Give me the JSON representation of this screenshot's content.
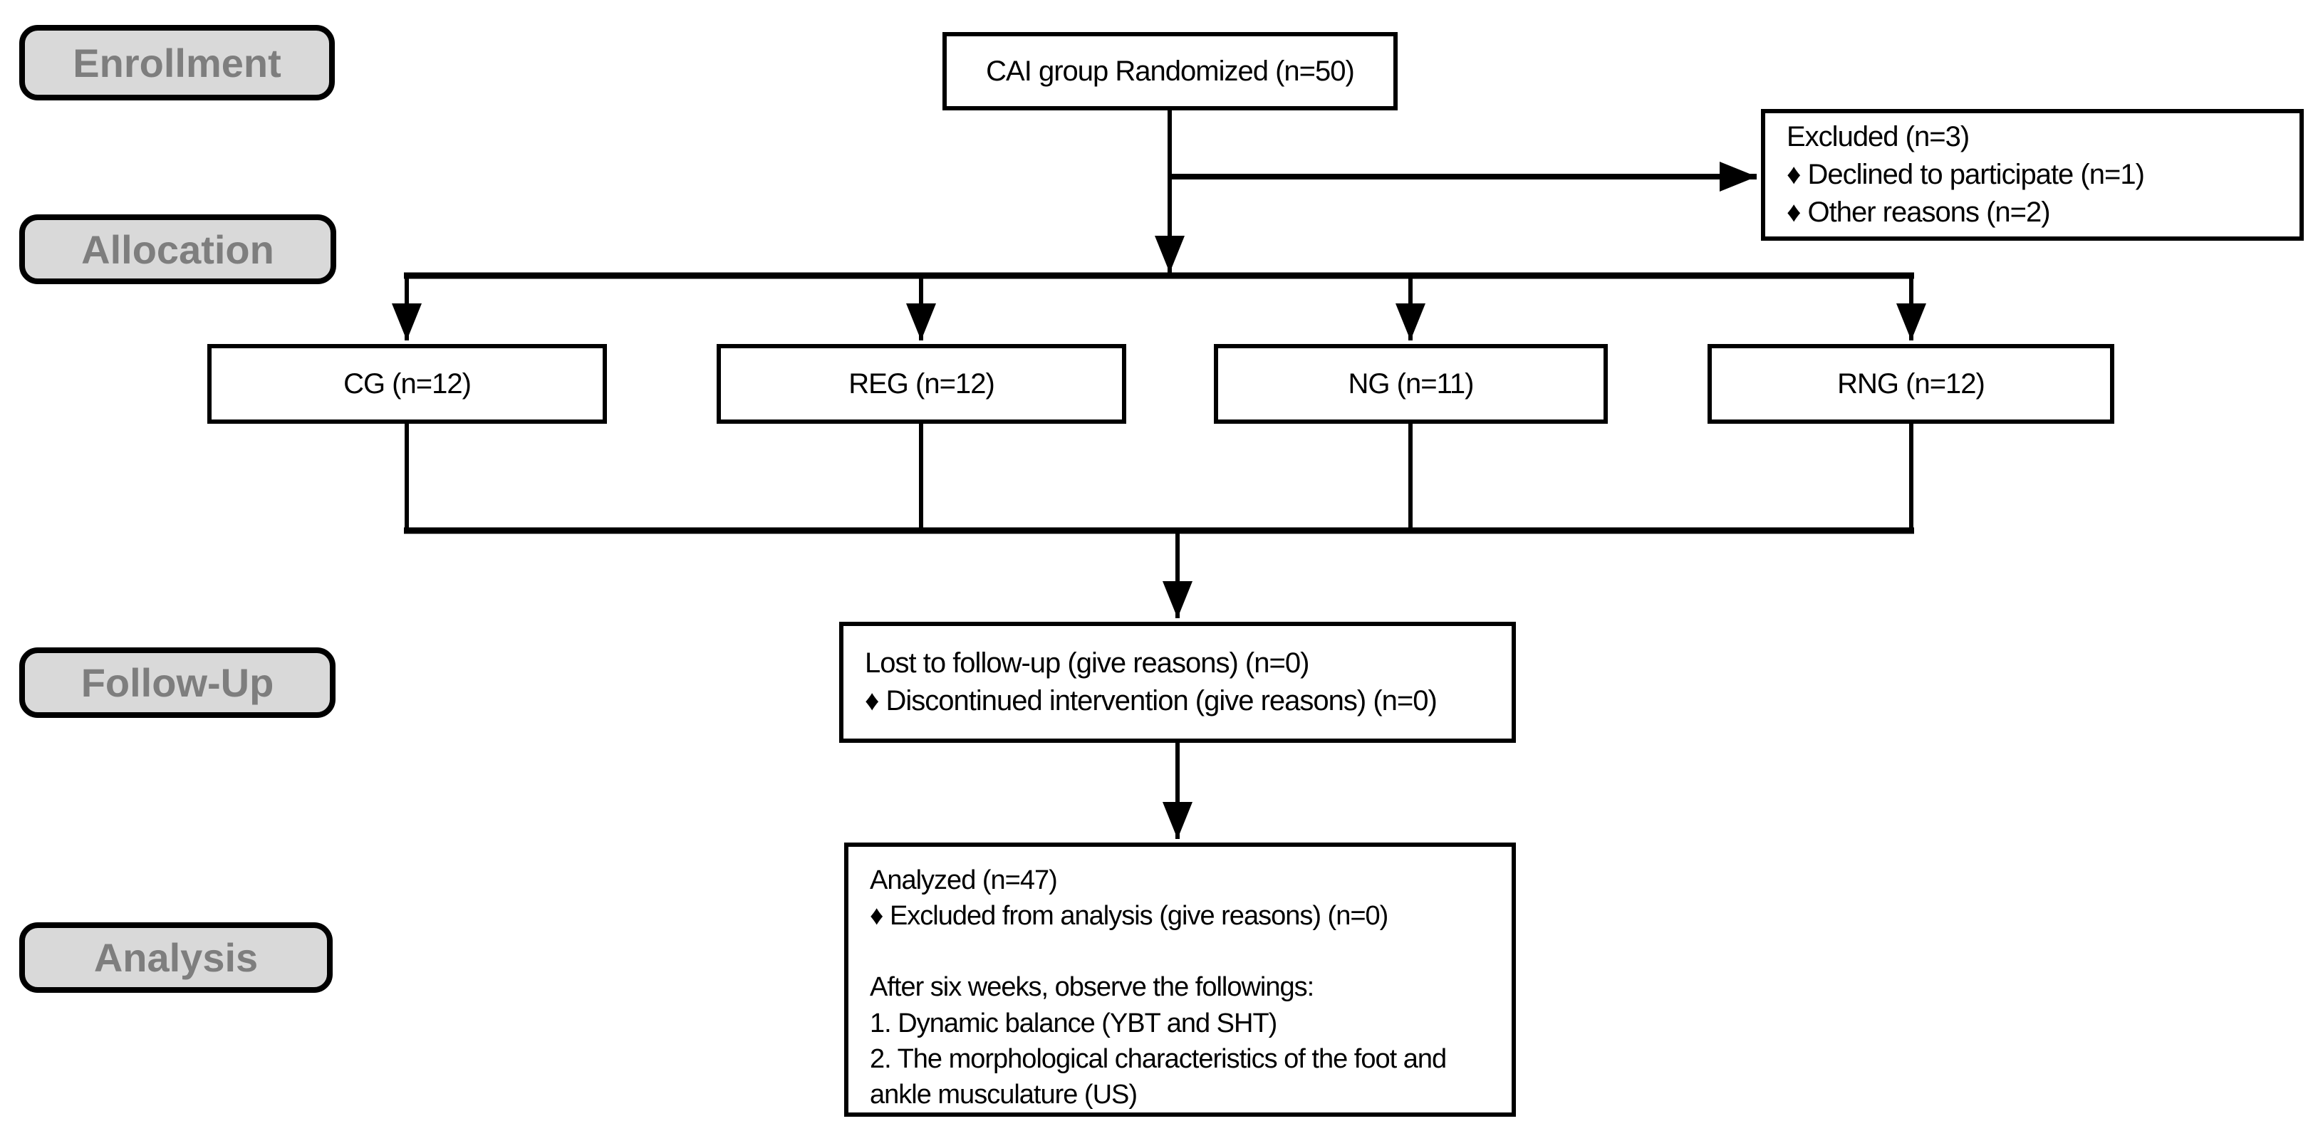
{
  "diagram": {
    "title": "CONSORT participant flow diagram",
    "colors": {
      "stage_fill": "#d9d9d9",
      "stage_text": "#7e7e7e",
      "box_border": "#000000",
      "connector": "#000000"
    },
    "bullet_icon": "♦"
  },
  "stages": [
    {
      "id": "enrollment",
      "label": "Enrollment"
    },
    {
      "id": "allocation",
      "label": "Allocation"
    },
    {
      "id": "follow_up",
      "label": "Follow-Up"
    },
    {
      "id": "analysis",
      "label": "Analysis"
    }
  ],
  "boxes": {
    "randomized": {
      "text": "CAI group Randomized (n=50)"
    },
    "excluded": {
      "lines": [
        "Excluded (n=3)",
        "♦ Declined to participate (n=1)",
        "♦ Other reasons (n=2)"
      ]
    },
    "groups": [
      {
        "label": "CG (n=12)"
      },
      {
        "label": "REG (n=12)"
      },
      {
        "label": "NG (n=11)"
      },
      {
        "label": "RNG (n=12)"
      }
    ],
    "follow_up": {
      "lines": [
        "Lost to follow-up (give reasons) (n=0)",
        "♦ Discontinued intervention (give reasons) (n=0)"
      ]
    },
    "analysis": {
      "lines": [
        "Analyzed (n=47)",
        "♦ Excluded from analysis (give reasons) (n=0)",
        "",
        "After six weeks, observe the followings:",
        "1. Dynamic balance (YBT and SHT)",
        "2. The morphological characteristics of the foot and ankle musculature (US)"
      ]
    }
  }
}
